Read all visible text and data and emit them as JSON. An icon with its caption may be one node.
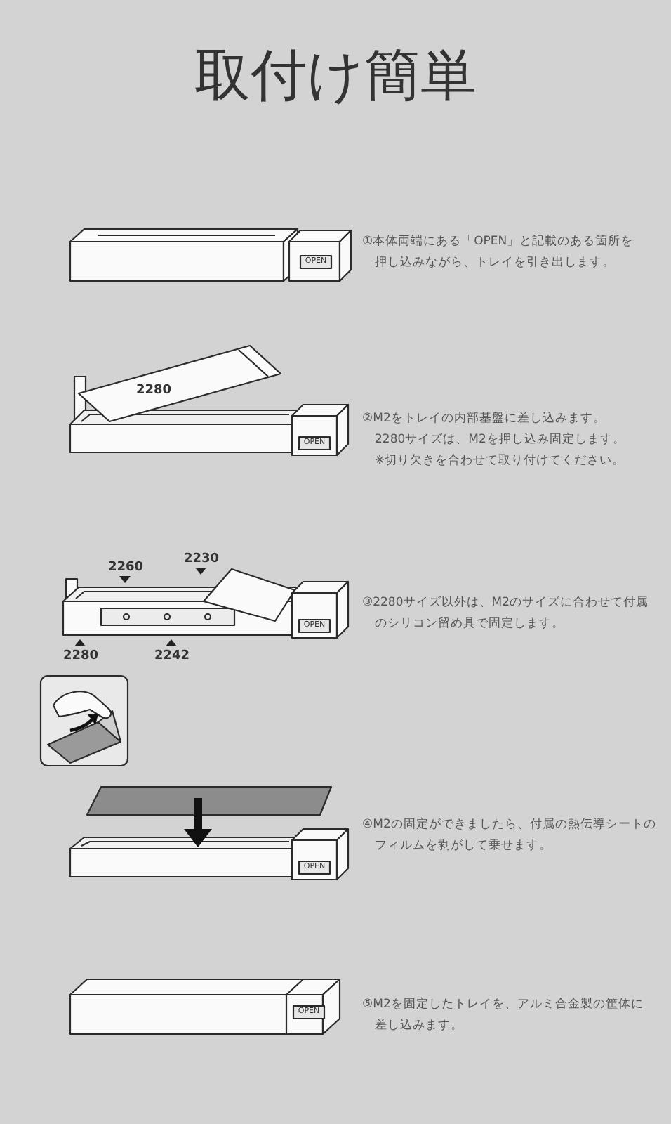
{
  "diagram": {
    "title": "取付け簡単",
    "labels": [
      "OPEN",
      "①本体両端にある「OPEN」と記載のある箇所を押し込みながら、トレイを引き出します。",
      "2280",
      "OPEN",
      "②M2をトレイの内部基盤に差し込みます。",
      "2280サイズは、M2を押し込み固定します。",
      "※切り欠きを合わせて取り付けてください。",
      "2230",
      "2260",
      "OPEN",
      "2280",
      "2242",
      "③2280サイズ以外は、M2のサイズに合わせて付属のシリコン留め具で固定します。",
      "OPEN",
      "④M2の固定ができましたら、付属の熱伝導シートのフィルムを剥がして乗せます。",
      "OPEN",
      "⑤M2を固定したトレイを、アルミ合金製の筐体に差し込みます。"
    ]
  }
}
